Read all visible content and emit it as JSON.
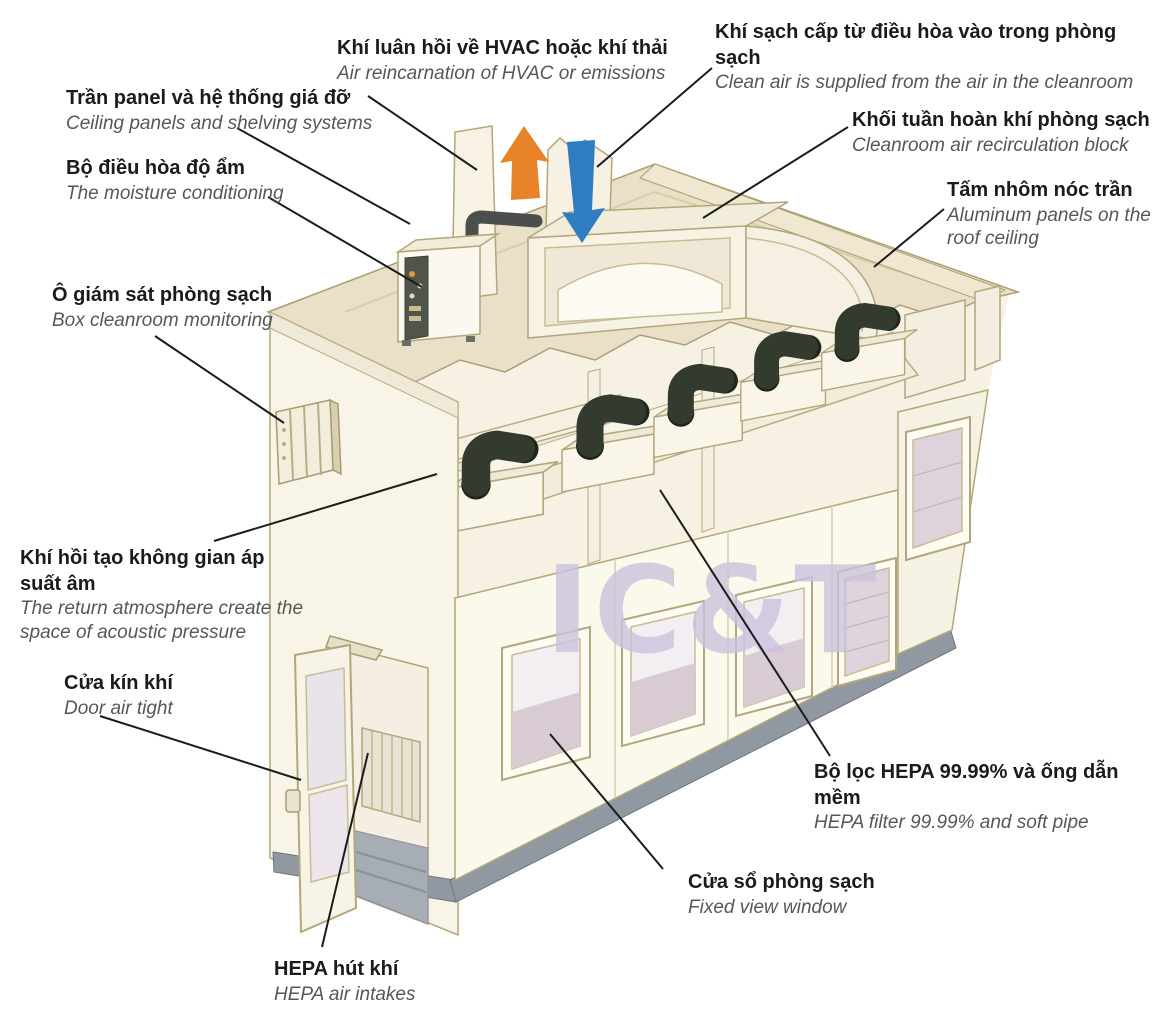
{
  "watermark": "IC&T",
  "colors": {
    "accent_orange": "#E8832A",
    "accent_blue": "#2F7DC0",
    "wall_cream": "#FBF8EC",
    "roof_tan": "#E9E0C7",
    "outline_tan": "#B3A67B",
    "base_gray": "#9098A2",
    "pipe_black": "#22271F",
    "watermark_purple": "#CBC3DE",
    "label_dark": "#1B1B1B",
    "label_gray": "#575757"
  },
  "labels": {
    "hvac_return": {
      "vn": "Khí luân hồi về HVAC hoặc khí thải",
      "en": "Air reincarnation of HVAC or emissions"
    },
    "clean_air": {
      "vn": "Khí sạch cấp từ điều hòa vào trong phòng sạch",
      "en": "Clean air is supplied from the air in the cleanroom"
    },
    "ceiling_panels": {
      "vn": "Trần panel và hệ thống giá đỡ",
      "en": "Ceiling panels and shelving systems"
    },
    "moisture": {
      "vn": "Bộ điều hòa độ ẩm",
      "en": "The moisture conditioning"
    },
    "recirculation": {
      "vn": "Khối tuần hoàn khí phòng sạch",
      "en": "Cleanroom air recirculation block"
    },
    "aluminum": {
      "vn": "Tấm nhôm nóc trần",
      "en": "Aluminum panels on the roof ceiling"
    },
    "monitoring": {
      "vn": "Ô giám sát phòng sạch",
      "en": "Box cleanroom monitoring"
    },
    "return_air": {
      "vn": "Khí hồi tạo không gian áp suất âm",
      "en": "The return atmosphere  create the space of acoustic pressure"
    },
    "door": {
      "vn": "Cửa kín khí",
      "en": "Door air tight"
    },
    "hepa_intake": {
      "vn": "HEPA hút khí",
      "en": "HEPA air intakes"
    },
    "window": {
      "vn": "Cửa sổ phòng sạch",
      "en": "Fixed view window"
    },
    "hepa_filter": {
      "vn": "Bộ lọc HEPA 99.99% và ống dẫn mềm",
      "en": "HEPA filter 99.99% and soft pipe"
    }
  }
}
